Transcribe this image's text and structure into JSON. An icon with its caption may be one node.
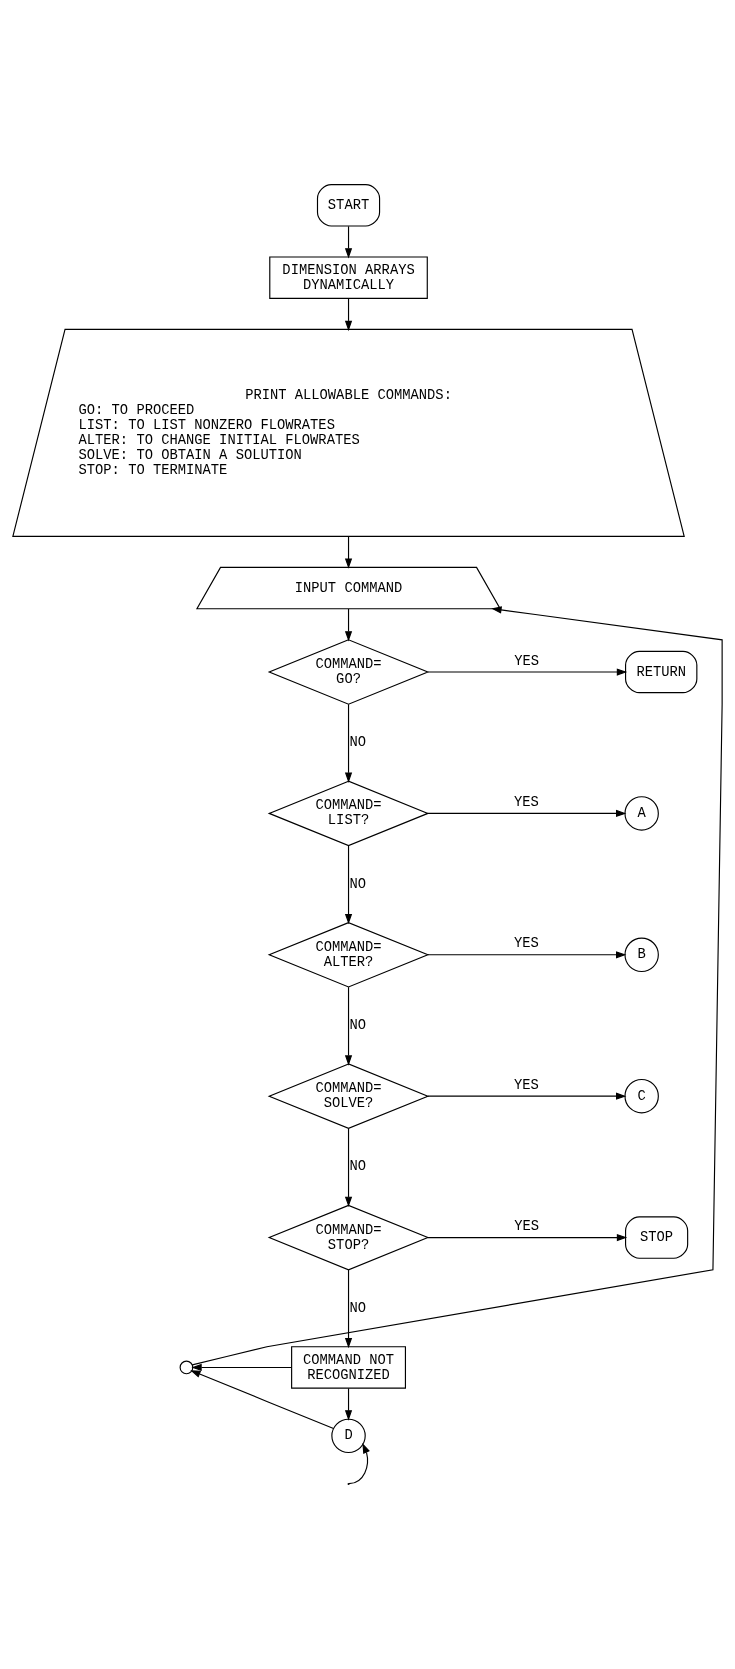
{
  "diagram": {
    "nodes": [
      {
        "text": [
          "START"
        ]
      },
      {
        "text": [
          "DIMENSION ARRAYS DYNAMICALLY"
        ]
      },
      {
        "text": [
          "PRINT ALLOWABLE COMMANDS:",
          "GO: TO PROCEED",
          "LIST: TO LIST NONZERO FLOWRATES",
          "ALTER: TO CHANGE INITIAL FLOWRATES",
          "SOLVE: TO OBTAIN A SOLUTION",
          "STOP: TO TERMINATE"
        ]
      },
      {
        "text": [
          "INPUT COMMAND"
        ]
      },
      {
        "text": [
          "COMMAND= GO?"
        ]
      },
      {
        "text": [
          "RETURN"
        ]
      },
      {
        "text": [
          "COMMAND= LIST?"
        ]
      },
      {
        "text": [
          "A"
        ]
      },
      {
        "text": [
          "COMMAND= ALTER?"
        ]
      },
      {
        "text": [
          "B"
        ]
      },
      {
        "text": [
          "COMMAND= SOLVE?"
        ]
      },
      {
        "text": [
          "C"
        ]
      },
      {
        "text": [
          "COMMAND= STOP?"
        ]
      },
      {
        "text": [
          "STOP"
        ]
      },
      {
        "text": [
          "COMMAND NOT RECOGNIZED"
        ]
      },
      {
        "text": [],
        "shape": "circle"
      },
      {
        "text": [
          "D"
        ]
      }
    ],
    "edges": [
      {
        "from": 0,
        "to": 1,
        "arrow": "to"
      },
      {
        "from": 1,
        "to": 2,
        "arrow": "to"
      },
      {
        "from": 2,
        "to": 3,
        "arrow": "to"
      },
      {
        "from": 3,
        "to": 4,
        "arrow": "to"
      },
      {
        "from": 4,
        "to": 5,
        "arrow": "to",
        "label": "YES"
      },
      {
        "from": 4,
        "to": 6,
        "arrow": "to",
        "label": "NO"
      },
      {
        "from": 6,
        "to": 7,
        "arrow": "to",
        "label": "YES"
      },
      {
        "from": 6,
        "to": 8,
        "arrow": "to",
        "label": "NO"
      },
      {
        "from": 8,
        "to": 9,
        "arrow": "to",
        "label": "YES"
      },
      {
        "from": 8,
        "to": 10,
        "arrow": "to",
        "label": "NO"
      },
      {
        "from": 10,
        "to": 11,
        "arrow": "to",
        "label": "YES"
      },
      {
        "from": 10,
        "to": 12,
        "arrow": "to",
        "label": "NO"
      },
      {
        "from": 12,
        "to": 13,
        "arrow": "to",
        "label": "YES"
      },
      {
        "from": 12,
        "to": 14,
        "arrow": "to",
        "label": "NO"
      },
      {
        "from": 14,
        "to": 15,
        "arrow": "to"
      },
      {
        "from": 14,
        "to": 16,
        "arrow": "to"
      },
      {
        "from": 16,
        "to": 15,
        "arrow": "to"
      },
      {
        "from": 15,
        "to": 3,
        "arrow": "to"
      },
      {
        "from": null,
        "to": 16,
        "arrow": "to"
      }
    ]
  }
}
